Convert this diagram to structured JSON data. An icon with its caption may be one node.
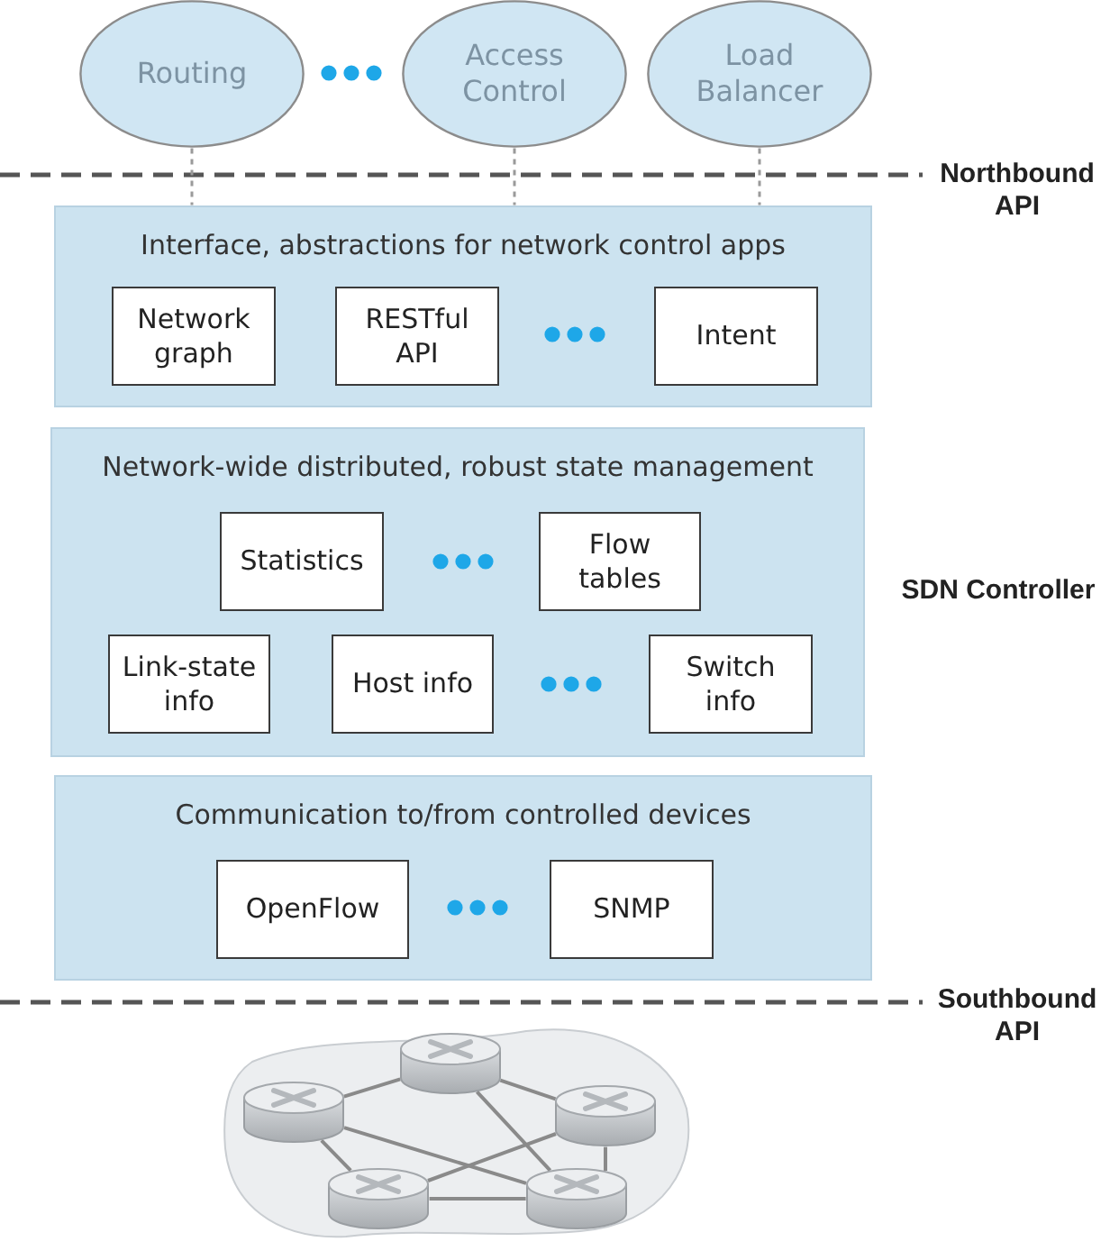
{
  "diagram": {
    "nodes": [
      {
        "text": [
          "Routing"
        ]
      },
      {
        "text": [
          "Access Control"
        ]
      },
      {
        "text": [
          "Load Balancer"
        ]
      },
      {
        "text": [
          "Interface, abstractions for network control apps"
        ]
      },
      {
        "text": [
          "Network graph"
        ],
        "in": 3
      },
      {
        "text": [
          "RESTful API"
        ],
        "in": 3
      },
      {
        "text": [
          "Intent"
        ],
        "in": 3
      },
      {
        "text": [
          "Network-wide distributed, robust state management"
        ]
      },
      {
        "text": [
          "Statistics"
        ],
        "in": 7
      },
      {
        "text": [
          "Flow tables"
        ],
        "in": 7
      },
      {
        "text": [
          "Link-state info"
        ],
        "in": 7
      },
      {
        "text": [
          "Host info"
        ],
        "in": 7
      },
      {
        "text": [
          "Switch info"
        ],
        "in": 7
      },
      {
        "text": [
          "Communication to/from controlled devices"
        ]
      },
      {
        "text": [
          "OpenFlow"
        ],
        "in": 13
      },
      {
        "text": [
          "SNMP"
        ],
        "in": 13
      },
      {
        "text": [],
        "shape": "cloud"
      },
      {
        "text": [],
        "shape": "cylinder",
        "in": 16
      },
      {
        "text": [],
        "shape": "cylinder",
        "in": 16
      },
      {
        "text": [],
        "shape": "cylinder",
        "in": 16
      },
      {
        "text": [],
        "shape": "cylinder",
        "in": 16
      },
      {
        "text": [],
        "shape": "cylinder",
        "in": 16
      }
    ],
    "edges": [
      {
        "from": 0,
        "to": 3,
        "arrow": "none",
        "style": "dashed"
      },
      {
        "from": 1,
        "to": 3,
        "arrow": "none",
        "style": "dashed"
      },
      {
        "from": 2,
        "to": 3,
        "arrow": "none",
        "style": "dashed"
      },
      {
        "from": 17,
        "to": 18,
        "arrow": "none"
      },
      {
        "from": 17,
        "to": 19,
        "arrow": "none"
      },
      {
        "from": 17,
        "to": 21,
        "arrow": "none"
      },
      {
        "from": 18,
        "to": 20,
        "arrow": "none"
      },
      {
        "from": 18,
        "to": 21,
        "arrow": "none"
      },
      {
        "from": 19,
        "to": 20,
        "arrow": "none"
      },
      {
        "from": 19,
        "to": 21,
        "arrow": "none"
      },
      {
        "from": 20,
        "to": 21,
        "arrow": "none"
      }
    ],
    "labels": [
      "Northbound API",
      "SDN Controller",
      "Southbound API"
    ]
  }
}
